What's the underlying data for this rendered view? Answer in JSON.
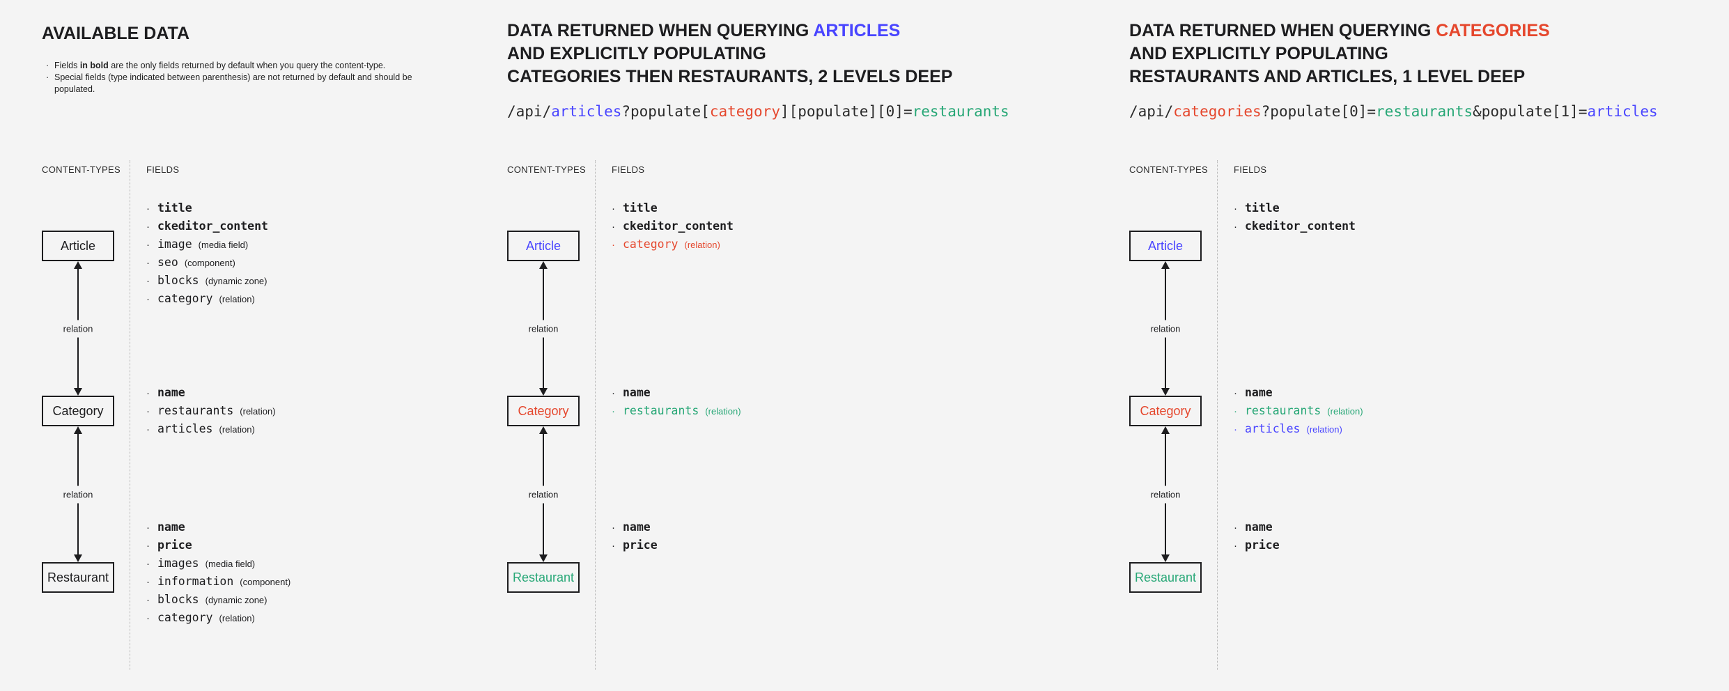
{
  "bullet": "·",
  "colors": {
    "blue": "#4945ff",
    "red": "#e5472d",
    "teal": "#27a776",
    "dark": "#1d1d1f",
    "background": "#f4f4f4"
  },
  "panels": [
    {
      "title_lines": [
        [
          {
            "text": "AVAILABLE DATA",
            "color": "#1d1d1f"
          }
        ]
      ],
      "notes": [
        {
          "segments": [
            {
              "text": "Fields "
            },
            {
              "text": "in bold",
              "bold": true
            },
            {
              "text": " are the only fields returned by default when you query the content-type."
            }
          ]
        },
        {
          "segments": [
            {
              "text": "Special fields (type indicated between parenthesis) are not returned by default and should be populated."
            }
          ]
        }
      ],
      "columns": {
        "left": "CONTENT-TYPES",
        "right": "FIELDS"
      },
      "relation_label": "relation",
      "boxes": [
        {
          "label": "Article",
          "color": "#1d1d1f"
        },
        {
          "label": "Category",
          "color": "#1d1d1f"
        },
        {
          "label": "Restaurant",
          "color": "#1d1d1f"
        }
      ],
      "field_groups": [
        {
          "items": [
            {
              "name": "title",
              "bold": true
            },
            {
              "name": "ckeditor_content",
              "bold": true
            },
            {
              "name": "image",
              "type": "(media field)"
            },
            {
              "name": "seo",
              "type": "(component)"
            },
            {
              "name": "blocks",
              "type": "(dynamic zone)"
            },
            {
              "name": "category",
              "type": "(relation)"
            }
          ]
        },
        {
          "items": [
            {
              "name": "name",
              "bold": true
            },
            {
              "name": "restaurants",
              "type": "(relation)"
            },
            {
              "name": "articles",
              "type": "(relation)"
            }
          ]
        },
        {
          "items": [
            {
              "name": "name",
              "bold": true
            },
            {
              "name": "price",
              "bold": true
            },
            {
              "name": "images",
              "type": "(media field)"
            },
            {
              "name": "information",
              "type": "(component)"
            },
            {
              "name": "blocks",
              "type": "(dynamic zone)"
            },
            {
              "name": "category",
              "type": "(relation)"
            }
          ]
        }
      ]
    },
    {
      "title_lines": [
        [
          {
            "text": "DATA RETURNED WHEN QUERYING "
          },
          {
            "text": "ARTICLES",
            "color": "#4945ff"
          }
        ],
        [
          {
            "text": "AND EXPLICITLY POPULATING"
          }
        ],
        [
          {
            "text": "CATEGORIES THEN RESTAURANTS, 2 LEVELS DEEP"
          }
        ]
      ],
      "api": [
        {
          "text": "/api/"
        },
        {
          "text": "articles",
          "color": "#4945ff"
        },
        {
          "text": "?populate["
        },
        {
          "text": "category",
          "color": "#e5472d"
        },
        {
          "text": "][populate][0]="
        },
        {
          "text": "restaurants",
          "color": "#27a776"
        }
      ],
      "columns": {
        "left": "CONTENT-TYPES",
        "right": "FIELDS"
      },
      "relation_label": "relation",
      "boxes": [
        {
          "label": "Article",
          "color": "#4945ff"
        },
        {
          "label": "Category",
          "color": "#e5472d"
        },
        {
          "label": "Restaurant",
          "color": "#27a776"
        }
      ],
      "field_groups": [
        {
          "items": [
            {
              "name": "title",
              "bold": true
            },
            {
              "name": "ckeditor_content",
              "bold": true
            },
            {
              "name": "category",
              "type": "(relation)",
              "color": "#e5472d"
            }
          ]
        },
        {
          "items": [
            {
              "name": "name",
              "bold": true
            },
            {
              "name": "restaurants",
              "type": "(relation)",
              "color": "#27a776"
            }
          ]
        },
        {
          "items": [
            {
              "name": "name",
              "bold": true
            },
            {
              "name": "price",
              "bold": true
            }
          ]
        }
      ]
    },
    {
      "title_lines": [
        [
          {
            "text": "DATA RETURNED WHEN QUERYING "
          },
          {
            "text": "CATEGORIES",
            "color": "#e5472d"
          }
        ],
        [
          {
            "text": "AND EXPLICITLY POPULATING"
          }
        ],
        [
          {
            "text": "RESTAURANTS AND ARTICLES, 1 LEVEL DEEP"
          }
        ]
      ],
      "api": [
        {
          "text": "/api/"
        },
        {
          "text": "categories",
          "color": "#e5472d"
        },
        {
          "text": "?populate[0]="
        },
        {
          "text": "restaurants",
          "color": "#27a776"
        },
        {
          "text": "&populate[1]="
        },
        {
          "text": "articles",
          "color": "#4945ff"
        }
      ],
      "columns": {
        "left": "CONTENT-TYPES",
        "right": "FIELDS"
      },
      "relation_label": "relation",
      "boxes": [
        {
          "label": "Article",
          "color": "#4945ff"
        },
        {
          "label": "Category",
          "color": "#e5472d"
        },
        {
          "label": "Restaurant",
          "color": "#27a776"
        }
      ],
      "field_groups": [
        {
          "items": [
            {
              "name": "title",
              "bold": true
            },
            {
              "name": "ckeditor_content",
              "bold": true
            }
          ]
        },
        {
          "items": [
            {
              "name": "name",
              "bold": true
            },
            {
              "name": "restaurants",
              "type": "(relation)",
              "color": "#27a776"
            },
            {
              "name": "articles",
              "type": "(relation)",
              "color": "#4945ff"
            }
          ]
        },
        {
          "items": [
            {
              "name": "name",
              "bold": true
            },
            {
              "name": "price",
              "bold": true
            }
          ]
        }
      ]
    }
  ]
}
